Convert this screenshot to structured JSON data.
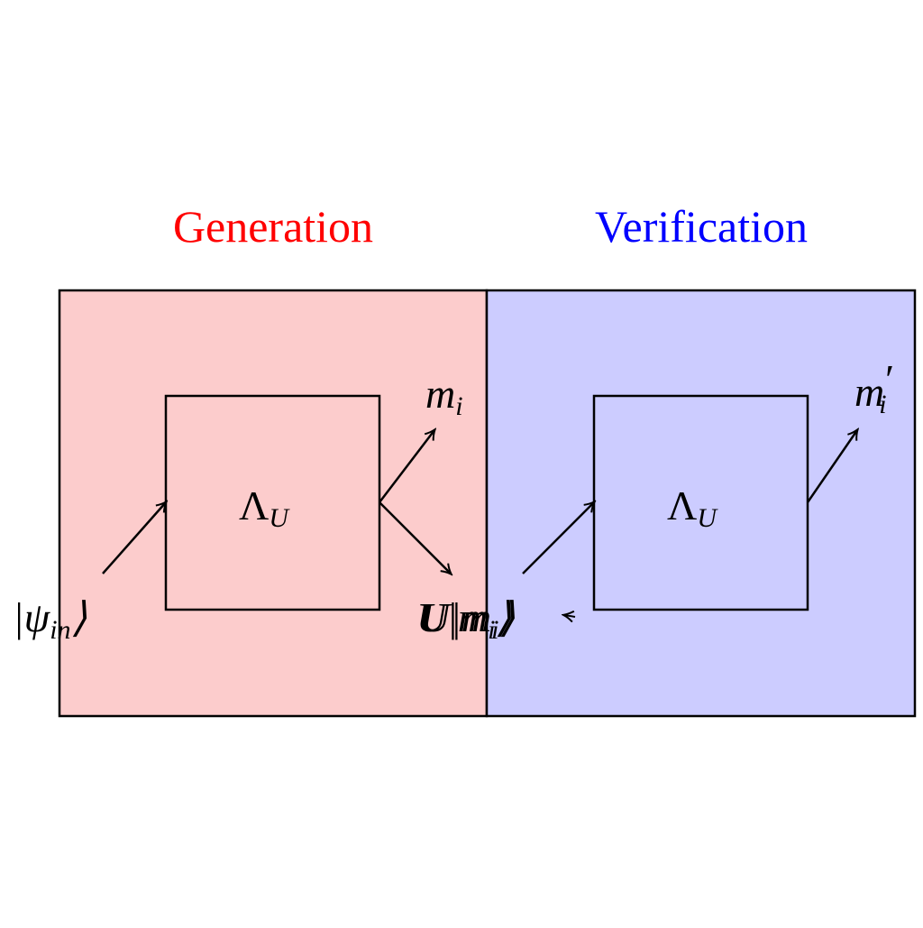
{
  "sections": [
    {
      "title": "Generation",
      "color": "#ff0000",
      "fill": "#fccccc"
    },
    {
      "title": "Verification",
      "color": "#0000ff",
      "fill": "#ccccff"
    }
  ],
  "generation": {
    "channel": {
      "symbol": "Λ",
      "subscript": "U"
    },
    "input": {
      "main": "|ψ",
      "subscript": "in",
      "close": "⟩"
    },
    "output_measurement": {
      "main": "m",
      "subscript": "i"
    },
    "output_state": {
      "text": "U|m",
      "subscript": "i",
      "close": "⟩"
    }
  },
  "verification": {
    "channel": {
      "symbol": "Λ",
      "subscript": "U"
    },
    "input_state": {
      "text": "U|m",
      "subscript": "i",
      "close": "⟩"
    },
    "output_measurement": {
      "main": "m",
      "prime": "′",
      "subscript": "i"
    }
  }
}
